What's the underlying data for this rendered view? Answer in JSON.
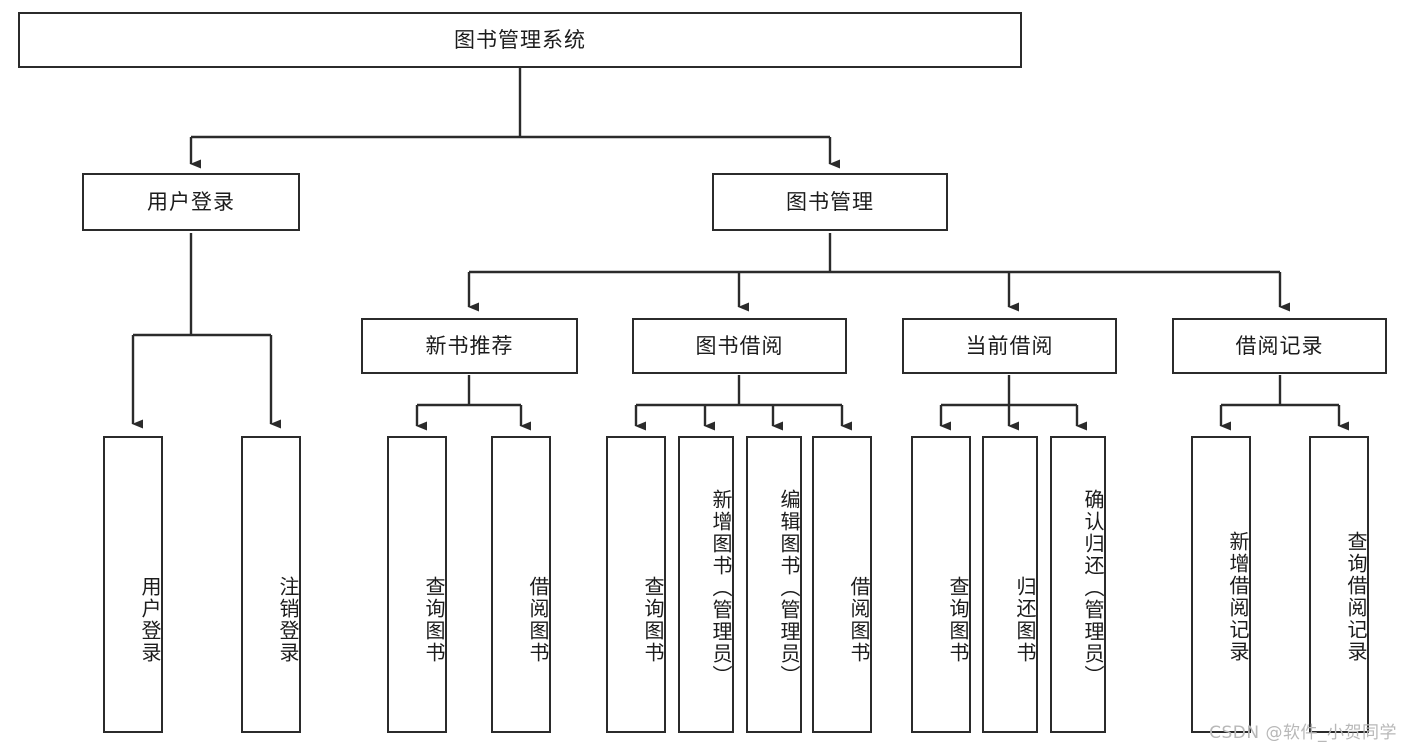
{
  "diagram": {
    "title": "图书管理系统",
    "type": "function-structure-tree",
    "watermark": "CSDN @软件_小贺同学",
    "colors": {
      "stroke": "#2b2b2b",
      "fill": "#ffffff",
      "text": "#1c1c1c",
      "watermark": "#b8b8b8"
    },
    "root": {
      "id": "root",
      "label": "图书管理系统",
      "orientation": "horizontal"
    },
    "level1": [
      {
        "id": "user-login",
        "label": "用户登录",
        "orientation": "horizontal"
      },
      {
        "id": "book-manage",
        "label": "图书管理",
        "orientation": "horizontal"
      }
    ],
    "level2": [
      {
        "id": "new-book-recommend",
        "label": "新书推荐",
        "orientation": "horizontal",
        "parent": "book-manage"
      },
      {
        "id": "book-borrow",
        "label": "图书借阅",
        "orientation": "horizontal",
        "parent": "book-manage"
      },
      {
        "id": "current-borrow",
        "label": "当前借阅",
        "orientation": "horizontal",
        "parent": "book-manage"
      },
      {
        "id": "borrow-record",
        "label": "借阅记录",
        "orientation": "horizontal",
        "parent": "book-manage"
      }
    ],
    "leaves": [
      {
        "id": "leaf-user-login",
        "label": "用户登录",
        "orientation": "vertical",
        "parent": "user-login"
      },
      {
        "id": "leaf-logout",
        "label": "注销登录",
        "orientation": "vertical",
        "parent": "user-login"
      },
      {
        "id": "leaf-query-book-rec",
        "label": "查询图书",
        "orientation": "vertical",
        "parent": "new-book-recommend"
      },
      {
        "id": "leaf-borrow-book-rec",
        "label": "借阅图书",
        "orientation": "vertical",
        "parent": "new-book-recommend"
      },
      {
        "id": "leaf-query-book-borrow",
        "label": "查询图书",
        "orientation": "vertical",
        "parent": "book-borrow"
      },
      {
        "id": "leaf-add-book",
        "label": "新增图书（管理员）",
        "orientation": "vertical",
        "parent": "book-borrow"
      },
      {
        "id": "leaf-edit-book",
        "label": "编辑图书（管理员）",
        "orientation": "vertical",
        "parent": "book-borrow"
      },
      {
        "id": "leaf-borrow-book",
        "label": "借阅图书",
        "orientation": "vertical",
        "parent": "book-borrow"
      },
      {
        "id": "leaf-query-book-cur",
        "label": "查询图书",
        "orientation": "vertical",
        "parent": "current-borrow"
      },
      {
        "id": "leaf-return-book",
        "label": "归还图书",
        "orientation": "vertical",
        "parent": "current-borrow"
      },
      {
        "id": "leaf-confirm-return",
        "label": "确认归还（管理员）",
        "orientation": "vertical",
        "parent": "current-borrow"
      },
      {
        "id": "leaf-add-record",
        "label": "新增借阅记录",
        "orientation": "vertical",
        "parent": "borrow-record"
      },
      {
        "id": "leaf-query-record",
        "label": "查询借阅记录",
        "orientation": "vertical",
        "parent": "borrow-record"
      }
    ]
  }
}
